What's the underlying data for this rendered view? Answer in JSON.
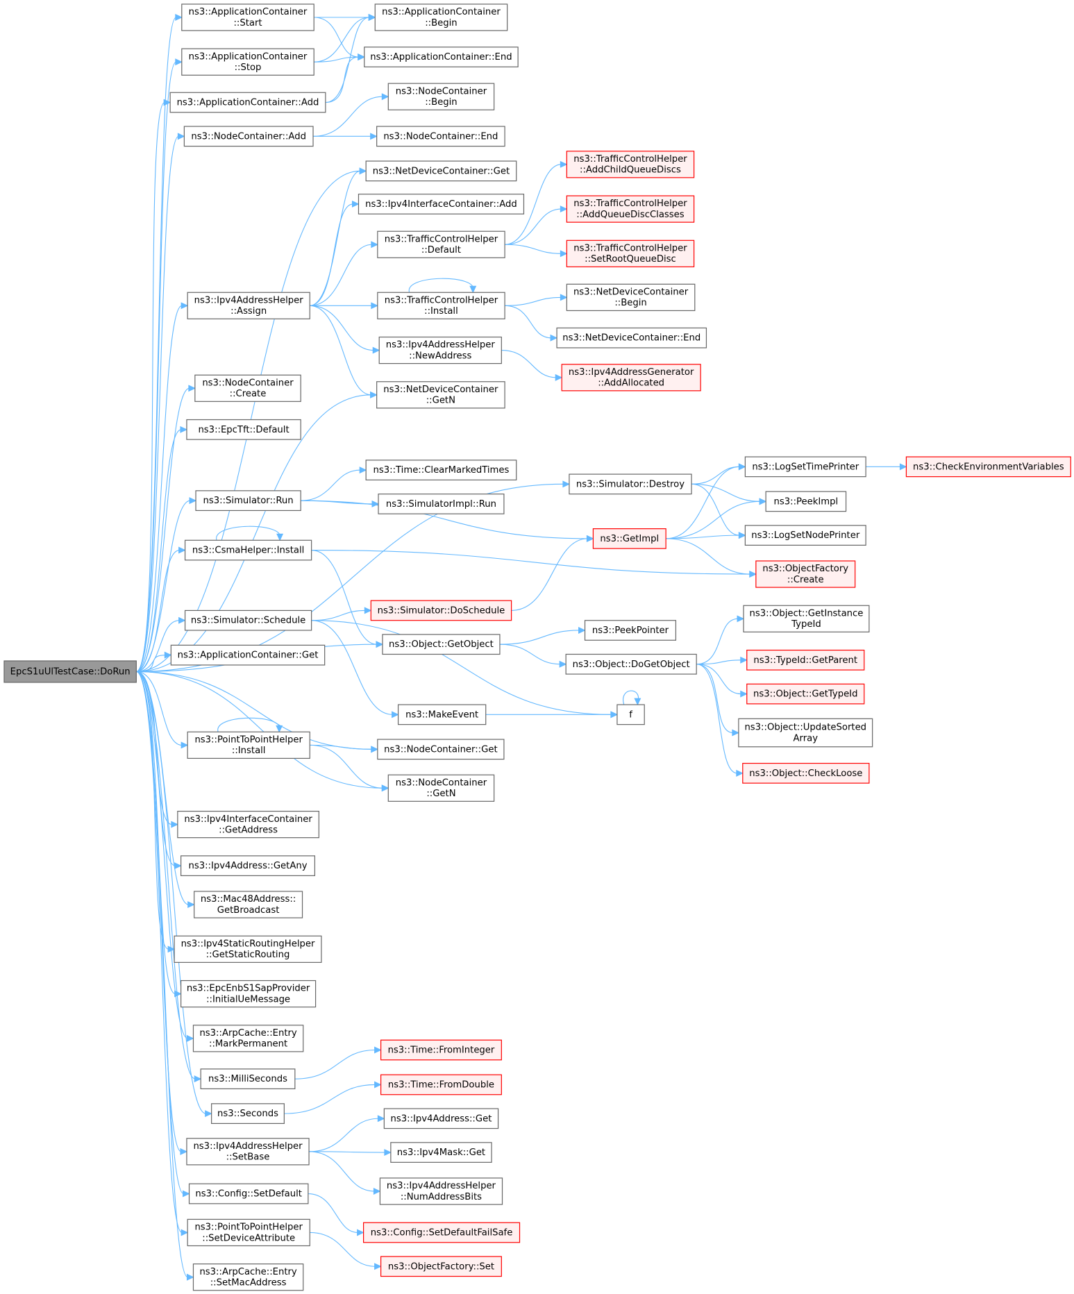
{
  "colors": {
    "edge": "#63b8ff",
    "node_border": "#666666",
    "node_fill": "#ffffff",
    "missing_border": "#ff0000",
    "missing_fill": "#fff0f0",
    "root_fill": "#999999",
    "root_border": "#666666",
    "text": "#000000"
  },
  "nodes": [
    {
      "id": "root",
      "lines": [
        "EpcS1uUlTestCase::DoRun"
      ],
      "kind": "root"
    },
    {
      "id": "ac_start",
      "lines": [
        "ns3::ApplicationContainer",
        "::Start"
      ],
      "kind": "normal"
    },
    {
      "id": "ac_begin",
      "lines": [
        "ns3::ApplicationContainer",
        "::Begin"
      ],
      "kind": "normal"
    },
    {
      "id": "ac_stop",
      "lines": [
        "ns3::ApplicationContainer",
        "::Stop"
      ],
      "kind": "normal"
    },
    {
      "id": "ac_end",
      "lines": [
        "ns3::ApplicationContainer::End"
      ],
      "kind": "normal"
    },
    {
      "id": "ac_add",
      "lines": [
        "ns3::ApplicationContainer::Add"
      ],
      "kind": "normal"
    },
    {
      "id": "nc_begin",
      "lines": [
        "ns3::NodeContainer",
        "::Begin"
      ],
      "kind": "normal"
    },
    {
      "id": "nc_add",
      "lines": [
        "ns3::NodeContainer::Add"
      ],
      "kind": "normal"
    },
    {
      "id": "nc_end",
      "lines": [
        "ns3::NodeContainer::End"
      ],
      "kind": "normal"
    },
    {
      "id": "ndc_get",
      "lines": [
        "ns3::NetDeviceContainer::Get"
      ],
      "kind": "normal"
    },
    {
      "id": "tch_addchild",
      "lines": [
        "ns3::TrafficControlHelper",
        "::AddChildQueueDiscs"
      ],
      "kind": "missing"
    },
    {
      "id": "ipv4ic_add",
      "lines": [
        "ns3::Ipv4InterfaceContainer::Add"
      ],
      "kind": "normal"
    },
    {
      "id": "tch_addclasses",
      "lines": [
        "ns3::TrafficControlHelper",
        "::AddQueueDiscClasses"
      ],
      "kind": "missing"
    },
    {
      "id": "tch_default",
      "lines": [
        "ns3::TrafficControlHelper",
        "::Default"
      ],
      "kind": "normal"
    },
    {
      "id": "tch_setroot",
      "lines": [
        "ns3::TrafficControlHelper",
        "::SetRootQueueDisc"
      ],
      "kind": "missing"
    },
    {
      "id": "ndc_begin",
      "lines": [
        "ns3::NetDeviceContainer",
        "::Begin"
      ],
      "kind": "normal"
    },
    {
      "id": "ipv4ah_assign",
      "lines": [
        "ns3::Ipv4AddressHelper",
        "::Assign"
      ],
      "kind": "normal"
    },
    {
      "id": "tch_install",
      "lines": [
        "ns3::TrafficControlHelper",
        "::Install"
      ],
      "kind": "normal"
    },
    {
      "id": "ndc_end",
      "lines": [
        "ns3::NetDeviceContainer::End"
      ],
      "kind": "normal"
    },
    {
      "id": "ipv4ah_newaddr",
      "lines": [
        "ns3::Ipv4AddressHelper",
        "::NewAddress"
      ],
      "kind": "normal"
    },
    {
      "id": "ipv4ag_alloc",
      "lines": [
        "ns3::Ipv4AddressGenerator",
        "::AddAllocated"
      ],
      "kind": "missing"
    },
    {
      "id": "nc_create",
      "lines": [
        "ns3::NodeContainer",
        "::Create"
      ],
      "kind": "normal"
    },
    {
      "id": "ndc_getn",
      "lines": [
        "ns3::NetDeviceContainer",
        "::GetN"
      ],
      "kind": "normal"
    },
    {
      "id": "epctft_default",
      "lines": [
        "ns3::EpcTft::Default"
      ],
      "kind": "normal"
    },
    {
      "id": "time_clear",
      "lines": [
        "ns3::Time::ClearMarkedTimes"
      ],
      "kind": "normal"
    },
    {
      "id": "log_settime",
      "lines": [
        "ns3::LogSetTimePrinter"
      ],
      "kind": "normal"
    },
    {
      "id": "check_env",
      "lines": [
        "ns3::CheckEnvironmentVariables"
      ],
      "kind": "missing"
    },
    {
      "id": "sim_destroy",
      "lines": [
        "ns3::Simulator::Destroy"
      ],
      "kind": "normal"
    },
    {
      "id": "sim_run",
      "lines": [
        "ns3::Simulator::Run"
      ],
      "kind": "normal"
    },
    {
      "id": "simimpl_run",
      "lines": [
        "ns3::SimulatorImpl::Run"
      ],
      "kind": "normal"
    },
    {
      "id": "peekimpl",
      "lines": [
        "ns3::PeekImpl"
      ],
      "kind": "normal"
    },
    {
      "id": "getimpl",
      "lines": [
        "ns3::GetImpl"
      ],
      "kind": "missing"
    },
    {
      "id": "log_setnode",
      "lines": [
        "ns3::LogSetNodePrinter"
      ],
      "kind": "normal"
    },
    {
      "id": "csma_install",
      "lines": [
        "ns3::CsmaHelper::Install"
      ],
      "kind": "normal"
    },
    {
      "id": "of_create",
      "lines": [
        "ns3::ObjectFactory",
        "::Create"
      ],
      "kind": "missing"
    },
    {
      "id": "sim_doschedule",
      "lines": [
        "ns3::Simulator::DoSchedule"
      ],
      "kind": "missing"
    },
    {
      "id": "obj_getinst",
      "lines": [
        "ns3::Object::GetInstance",
        "TypeId"
      ],
      "kind": "normal"
    },
    {
      "id": "sim_schedule",
      "lines": [
        "ns3::Simulator::Schedule"
      ],
      "kind": "normal"
    },
    {
      "id": "peekpointer",
      "lines": [
        "ns3::PeekPointer"
      ],
      "kind": "normal"
    },
    {
      "id": "obj_getobject",
      "lines": [
        "ns3::Object::GetObject"
      ],
      "kind": "normal"
    },
    {
      "id": "ac_get",
      "lines": [
        "ns3::ApplicationContainer::Get"
      ],
      "kind": "normal"
    },
    {
      "id": "typeid_getparent",
      "lines": [
        "ns3::TypeId::GetParent"
      ],
      "kind": "missing"
    },
    {
      "id": "obj_dogetobject",
      "lines": [
        "ns3::Object::DoGetObject"
      ],
      "kind": "normal"
    },
    {
      "id": "obj_gettypeid",
      "lines": [
        "ns3::Object::GetTypeId"
      ],
      "kind": "missing"
    },
    {
      "id": "makeevent",
      "lines": [
        "ns3::MakeEvent"
      ],
      "kind": "normal"
    },
    {
      "id": "f",
      "lines": [
        "f"
      ],
      "kind": "normal"
    },
    {
      "id": "obj_updatesorted",
      "lines": [
        "ns3::Object::UpdateSorted",
        "Array"
      ],
      "kind": "normal"
    },
    {
      "id": "p2p_install",
      "lines": [
        "ns3::PointToPointHelper",
        "::Install"
      ],
      "kind": "normal"
    },
    {
      "id": "nc_get",
      "lines": [
        "ns3::NodeContainer::Get"
      ],
      "kind": "normal"
    },
    {
      "id": "obj_checkloose",
      "lines": [
        "ns3::Object::CheckLoose"
      ],
      "kind": "missing"
    },
    {
      "id": "nc_getn",
      "lines": [
        "ns3::NodeContainer",
        "::GetN"
      ],
      "kind": "normal"
    },
    {
      "id": "ipv4ic_getaddr",
      "lines": [
        "ns3::Ipv4InterfaceContainer",
        "::GetAddress"
      ],
      "kind": "normal"
    },
    {
      "id": "ipv4addr_getany",
      "lines": [
        "ns3::Ipv4Address::GetAny"
      ],
      "kind": "normal"
    },
    {
      "id": "mac48_getbcast",
      "lines": [
        "ns3::Mac48Address::",
        "GetBroadcast"
      ],
      "kind": "normal"
    },
    {
      "id": "ipv4srh_get",
      "lines": [
        "ns3::Ipv4StaticRoutingHelper",
        "::GetStaticRouting"
      ],
      "kind": "normal"
    },
    {
      "id": "epcenb_initial",
      "lines": [
        "ns3::EpcEnbS1SapProvider",
        "::InitialUeMessage"
      ],
      "kind": "normal"
    },
    {
      "id": "arp_markperm",
      "lines": [
        "ns3::ArpCache::Entry",
        "::MarkPermanent"
      ],
      "kind": "normal"
    },
    {
      "id": "time_fromint",
      "lines": [
        "ns3::Time::FromInteger"
      ],
      "kind": "missing"
    },
    {
      "id": "milliseconds",
      "lines": [
        "ns3::MilliSeconds"
      ],
      "kind": "normal"
    },
    {
      "id": "time_fromdouble",
      "lines": [
        "ns3::Time::FromDouble"
      ],
      "kind": "missing"
    },
    {
      "id": "seconds",
      "lines": [
        "ns3::Seconds"
      ],
      "kind": "normal"
    },
    {
      "id": "ipv4addr_get",
      "lines": [
        "ns3::Ipv4Address::Get"
      ],
      "kind": "normal"
    },
    {
      "id": "ipv4ah_setbase",
      "lines": [
        "ns3::Ipv4AddressHelper",
        "::SetBase"
      ],
      "kind": "normal"
    },
    {
      "id": "ipv4mask_get",
      "lines": [
        "ns3::Ipv4Mask::Get"
      ],
      "kind": "normal"
    },
    {
      "id": "ipv4ah_numbits",
      "lines": [
        "ns3::Ipv4AddressHelper",
        "::NumAddressBits"
      ],
      "kind": "normal"
    },
    {
      "id": "config_setdefault",
      "lines": [
        "ns3::Config::SetDefault"
      ],
      "kind": "normal"
    },
    {
      "id": "config_failsafe",
      "lines": [
        "ns3::Config::SetDefaultFailSafe"
      ],
      "kind": "missing"
    },
    {
      "id": "p2p_setdevattr",
      "lines": [
        "ns3::PointToPointHelper",
        "::SetDeviceAttribute"
      ],
      "kind": "normal"
    },
    {
      "id": "of_set",
      "lines": [
        "ns3::ObjectFactory::Set"
      ],
      "kind": "missing"
    },
    {
      "id": "arp_setmac",
      "lines": [
        "ns3::ArpCache::Entry",
        "::SetMacAddress"
      ],
      "kind": "normal"
    }
  ],
  "edges": [
    [
      "root",
      "ac_start"
    ],
    [
      "root",
      "ac_stop"
    ],
    [
      "root",
      "ac_add"
    ],
    [
      "root",
      "nc_add"
    ],
    [
      "root",
      "ndc_get"
    ],
    [
      "root",
      "ipv4ah_assign"
    ],
    [
      "root",
      "ndc_getn"
    ],
    [
      "root",
      "nc_create"
    ],
    [
      "root",
      "epctft_default"
    ],
    [
      "root",
      "sim_destroy"
    ],
    [
      "root",
      "sim_run"
    ],
    [
      "root",
      "csma_install"
    ],
    [
      "root",
      "obj_getobject"
    ],
    [
      "root",
      "sim_schedule"
    ],
    [
      "root",
      "ac_get"
    ],
    [
      "root",
      "nc_get"
    ],
    [
      "root",
      "p2p_install"
    ],
    [
      "root",
      "nc_getn"
    ],
    [
      "root",
      "ipv4ic_getaddr"
    ],
    [
      "root",
      "ipv4addr_getany"
    ],
    [
      "root",
      "mac48_getbcast"
    ],
    [
      "root",
      "ipv4srh_get"
    ],
    [
      "root",
      "epcenb_initial"
    ],
    [
      "root",
      "arp_markperm"
    ],
    [
      "root",
      "milliseconds"
    ],
    [
      "root",
      "seconds"
    ],
    [
      "root",
      "ipv4ah_setbase"
    ],
    [
      "root",
      "config_setdefault"
    ],
    [
      "root",
      "p2p_setdevattr"
    ],
    [
      "root",
      "arp_setmac"
    ],
    [
      "ac_start",
      "ac_begin"
    ],
    [
      "ac_start",
      "ac_end"
    ],
    [
      "ac_stop",
      "ac_begin"
    ],
    [
      "ac_stop",
      "ac_end"
    ],
    [
      "ac_add",
      "ac_begin"
    ],
    [
      "ac_add",
      "ac_end"
    ],
    [
      "nc_add",
      "nc_begin"
    ],
    [
      "nc_add",
      "nc_end"
    ],
    [
      "ipv4ah_assign",
      "ndc_get"
    ],
    [
      "ipv4ah_assign",
      "ipv4ic_add"
    ],
    [
      "ipv4ah_assign",
      "tch_default"
    ],
    [
      "ipv4ah_assign",
      "tch_install"
    ],
    [
      "ipv4ah_assign",
      "ipv4ah_newaddr"
    ],
    [
      "ipv4ah_assign",
      "ndc_getn"
    ],
    [
      "tch_default",
      "tch_addchild"
    ],
    [
      "tch_default",
      "tch_addclasses"
    ],
    [
      "tch_default",
      "tch_setroot"
    ],
    [
      "tch_install",
      "tch_install"
    ],
    [
      "tch_install",
      "ndc_begin"
    ],
    [
      "tch_install",
      "ndc_end"
    ],
    [
      "ipv4ah_newaddr",
      "ipv4ag_alloc"
    ],
    [
      "sim_run",
      "time_clear"
    ],
    [
      "sim_run",
      "simimpl_run"
    ],
    [
      "sim_run",
      "getimpl"
    ],
    [
      "sim_destroy",
      "log_settime"
    ],
    [
      "sim_destroy",
      "peekimpl"
    ],
    [
      "sim_destroy",
      "log_setnode"
    ],
    [
      "log_settime",
      "check_env"
    ],
    [
      "getimpl",
      "log_settime"
    ],
    [
      "getimpl",
      "peekimpl"
    ],
    [
      "getimpl",
      "log_setnode"
    ],
    [
      "getimpl",
      "of_create"
    ],
    [
      "csma_install",
      "csma_install"
    ],
    [
      "csma_install",
      "of_create"
    ],
    [
      "csma_install",
      "obj_getobject"
    ],
    [
      "sim_schedule",
      "sim_doschedule"
    ],
    [
      "sim_schedule",
      "makeevent"
    ],
    [
      "sim_schedule",
      "f"
    ],
    [
      "sim_doschedule",
      "getimpl"
    ],
    [
      "obj_getobject",
      "peekpointer"
    ],
    [
      "obj_getobject",
      "obj_dogetobject"
    ],
    [
      "obj_dogetobject",
      "obj_getinst"
    ],
    [
      "obj_dogetobject",
      "typeid_getparent"
    ],
    [
      "obj_dogetobject",
      "obj_gettypeid"
    ],
    [
      "obj_dogetobject",
      "obj_updatesorted"
    ],
    [
      "obj_dogetobject",
      "obj_checkloose"
    ],
    [
      "makeevent",
      "f"
    ],
    [
      "f",
      "f"
    ],
    [
      "p2p_install",
      "p2p_install"
    ],
    [
      "p2p_install",
      "nc_get"
    ],
    [
      "p2p_install",
      "nc_getn"
    ],
    [
      "milliseconds",
      "time_fromint"
    ],
    [
      "seconds",
      "time_fromdouble"
    ],
    [
      "ipv4ah_setbase",
      "ipv4addr_get"
    ],
    [
      "ipv4ah_setbase",
      "ipv4mask_get"
    ],
    [
      "ipv4ah_setbase",
      "ipv4ah_numbits"
    ],
    [
      "config_setdefault",
      "config_failsafe"
    ],
    [
      "p2p_setdevattr",
      "of_set"
    ]
  ]
}
